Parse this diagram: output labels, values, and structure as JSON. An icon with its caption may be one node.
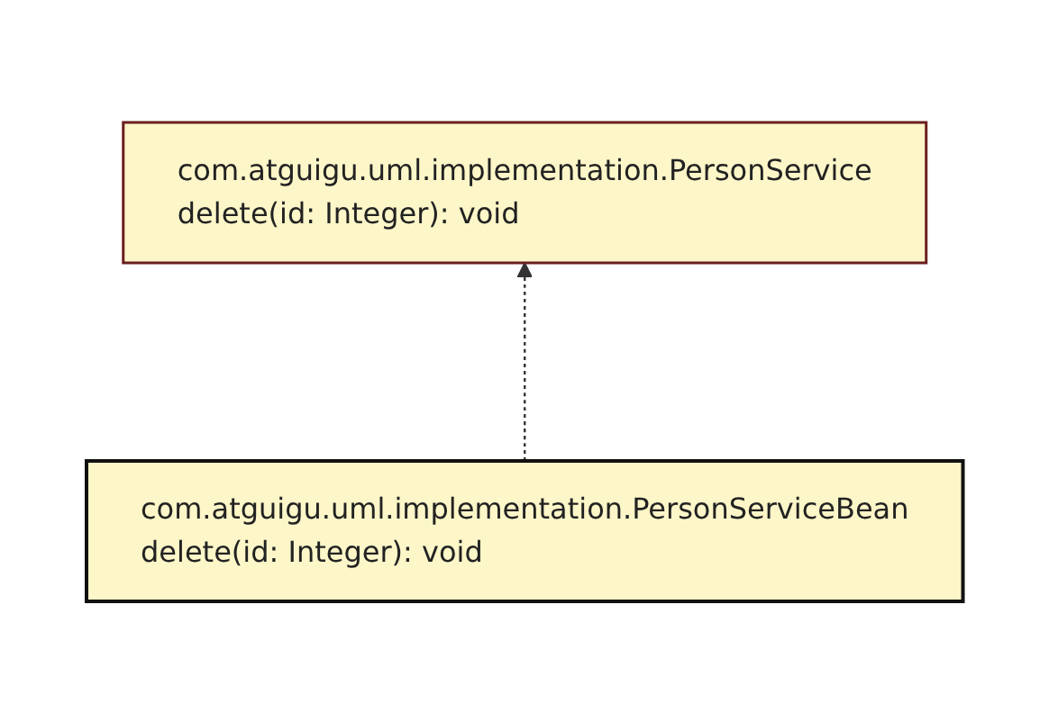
{
  "diagram": {
    "nodes": [
      {
        "text": [
          "com.atguigu.uml.implementation.PersonService",
          "delete(id: Integer): void"
        ]
      },
      {
        "text": [
          "com.atguigu.uml.implementation.PersonServiceBean",
          "delete(id: Integer): void"
        ]
      }
    ],
    "edges": [
      {
        "from": 1,
        "to": 0,
        "arrow": "to",
        "style": "dashed"
      }
    ]
  }
}
